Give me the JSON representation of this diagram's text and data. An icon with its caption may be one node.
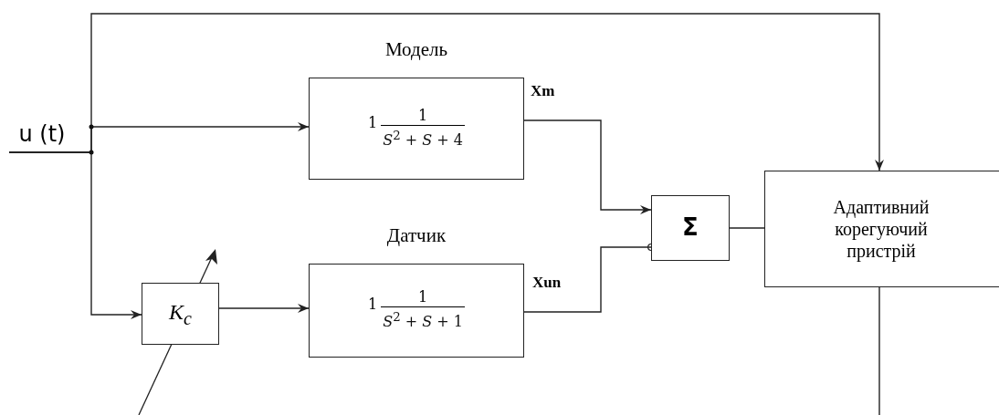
{
  "diagram": {
    "nodes": [
      {
        "text": [
          "u (t)"
        ]
      },
      {
        "text": [
          "Модель",
          "1",
          "1",
          "*S*$^{2}$ + *S* + 4"
        ]
      },
      {
        "text": [
          "K$_{c}$"
        ]
      },
      {
        "text": [
          "Датчик",
          "1",
          "1",
          "*S*$^{2}$ + *S* + 1"
        ]
      },
      {
        "text": [
          "Σ"
        ]
      },
      {
        "text": [
          "Адаптивний корегуючий пристрій"
        ]
      }
    ],
    "edges": [
      {
        "from": 0,
        "to": 1,
        "arrow": "to"
      },
      {
        "from": 0,
        "to": 2,
        "arrow": "to"
      },
      {
        "from": 0,
        "to": 5,
        "arrow": "to"
      },
      {
        "from": 2,
        "to": 3,
        "arrow": "to"
      },
      {
        "from": 1,
        "to": 4,
        "arrow": "to",
        "label": "Xm"
      },
      {
        "from": 3,
        "to": 4,
        "arrow": "other",
        "label": "Xun"
      },
      {
        "from": 4,
        "to": 5,
        "arrow": "none"
      },
      {
        "from": 5,
        "to": null,
        "arrow": "none"
      }
    ]
  }
}
